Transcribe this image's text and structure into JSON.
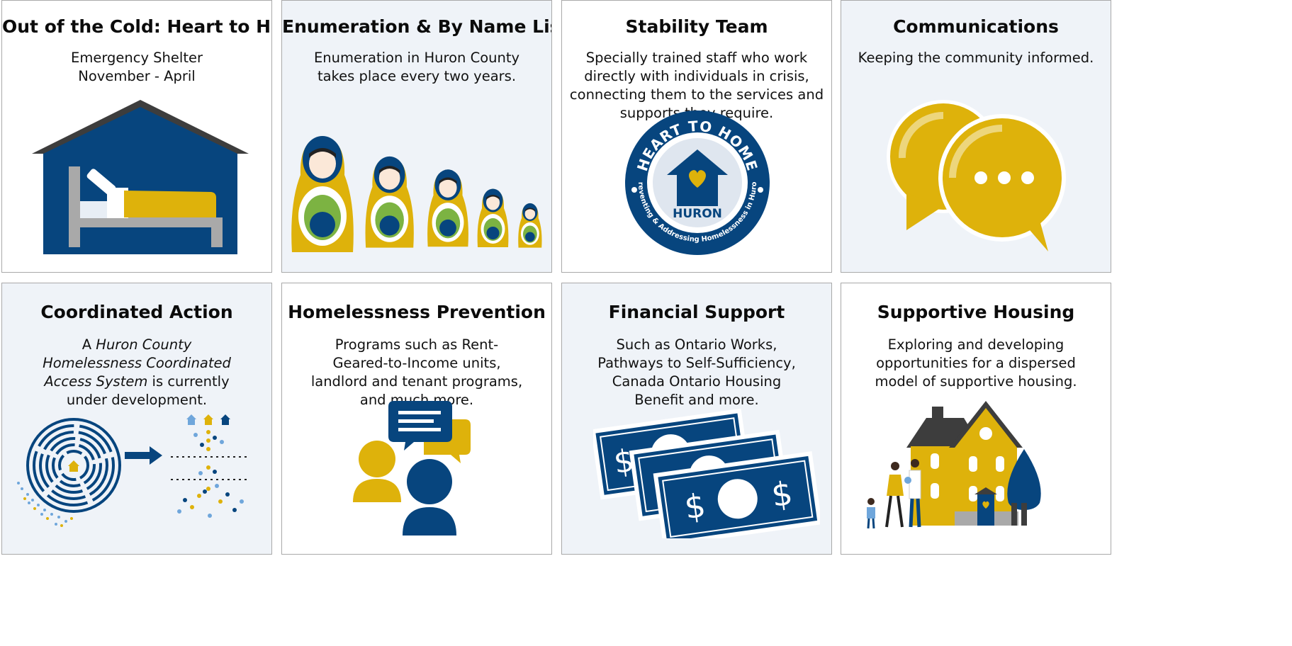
{
  "colors": {
    "navy": "#07457e",
    "gold": "#deb20b",
    "dark_roof": "#3d3d3d",
    "gray": "#a9a9a9",
    "light_blue": "#6fa6db",
    "tint_bg": "#eff3f8"
  },
  "cards": [
    {
      "title": "Out of the Cold: Heart to Home",
      "desc_line1": "Emergency Shelter",
      "desc_line2": "November - April",
      "icon": "shelter-bed-icon"
    },
    {
      "title": "Enumeration & By Name List",
      "desc": "Enumeration in Huron County takes place every two years.",
      "icon": "nesting-dolls-icon"
    },
    {
      "title": "Stability Team",
      "desc": "Specially trained staff who work directly with individuals in crisis, connecting them to the services and supports they require.",
      "icon": "heart-to-home-badge-icon",
      "badge": {
        "top_text": "HEART TO HOME",
        "bottom_text": "Preventing & Addressing Homelessness in Huron",
        "center_text": "HURON"
      }
    },
    {
      "title": "Communications",
      "desc": "Keeping the community informed.",
      "icon": "speech-bubbles-icon"
    },
    {
      "title": "Coordinated Action",
      "desc_prefix": "A ",
      "desc_italic": "Huron County Homelessness Coordinated Access System",
      "desc_suffix": " is currently under development.",
      "icon": "maze-to-homes-icon"
    },
    {
      "title": "Homelessness Prevention",
      "desc": "Programs such as Rent-Geared-to-Income units, landlord and tenant programs, and much more.",
      "icon": "people-conversation-icon"
    },
    {
      "title": "Financial Support",
      "desc": "Such as Ontario Works, Pathways to Self-Sufficiency, Canada Ontario Housing Benefit and more.",
      "icon": "money-bills-icon",
      "currency_symbol": "$"
    },
    {
      "title": "Supportive Housing",
      "desc": "Exploring and developing opportunities for a dispersed model of supportive housing.",
      "icon": "family-house-icon"
    }
  ]
}
